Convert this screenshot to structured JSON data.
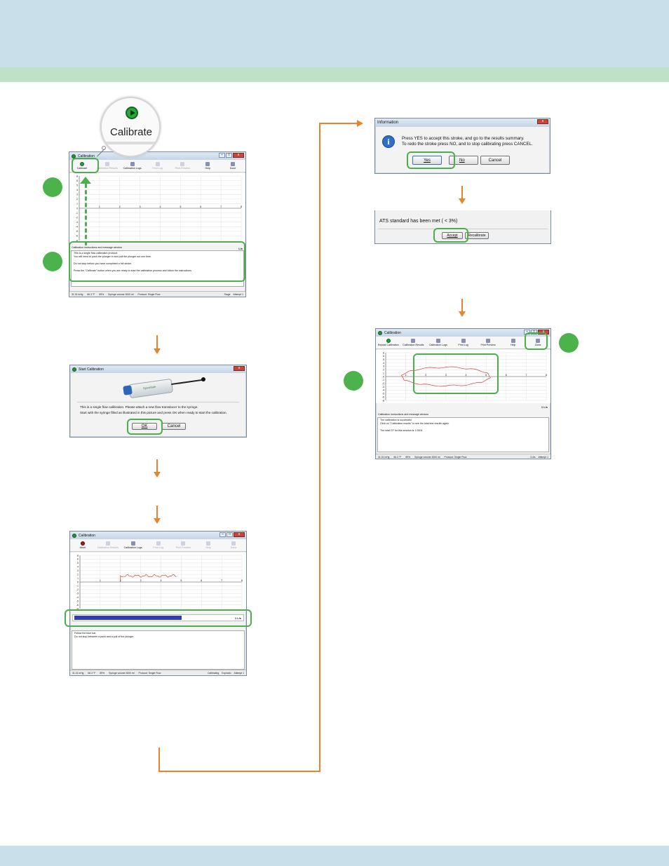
{
  "magnifier": {
    "label": "Calibrate",
    "icon": "play-icon"
  },
  "win1": {
    "title": "Calibration",
    "toolbar": [
      {
        "label": "Calibrate",
        "icon": "play-icon",
        "enabled": true
      },
      {
        "label": "Calibration Results",
        "icon": "results-icon",
        "enabled": false
      },
      {
        "label": "Calibration Logs",
        "icon": "logs-icon",
        "enabled": true
      },
      {
        "label": "Print Log",
        "icon": "printer-icon",
        "enabled": false
      },
      {
        "label": "Print Preview",
        "icon": "preview-icon",
        "enabled": false
      },
      {
        "label": "Help",
        "icon": "help-icon",
        "enabled": true
      },
      {
        "label": "Done",
        "icon": "done-icon",
        "enabled": true
      }
    ],
    "y_ticks": [
      "8",
      "6",
      "5",
      "4",
      "3",
      "2",
      "1",
      "0",
      "-1",
      "-2",
      "-3",
      "-4",
      "-5",
      "-6",
      "-8"
    ],
    "x_ticks": [
      "1",
      "2",
      "3",
      "4",
      "5",
      "6",
      "7",
      "8"
    ],
    "unit": "L/s",
    "msg_label": "Calibration instructions and message window",
    "messages": [
      "This is a single flow calibration protocol.",
      "You will need to push the plunger in and pull the plunger out one time.",
      "",
      "Do not stop before you have completed a full stroke.",
      "",
      "Press the \"Calibrate\" button when you are ready to start the calibration process and follow the instructions."
    ],
    "status_left": [
      "31.01 inHg",
      "66.3 °F",
      "89%",
      "Syringe volume 3000 ml",
      "Protocol: Single Flow"
    ],
    "status_right": [
      "Stage",
      "Attempt 1"
    ]
  },
  "win2": {
    "title": "Start Calibration",
    "syringe_brand": "SpiroMate",
    "line1": "This is a single flow calibration. Please attach a new flow transducer to the syringe.",
    "line2": "Start with the syringe filled as illustrated in this picture and press OK when ready to start the calibration.",
    "ok": "OK",
    "cancel": "Cancel"
  },
  "win3": {
    "title": "Calibration",
    "toolbar": [
      {
        "label": "Abort",
        "icon": "stop-icon",
        "enabled": true
      },
      {
        "label": "Calibration Results",
        "icon": "results-icon",
        "enabled": false
      },
      {
        "label": "Calibration Logs",
        "icon": "logs-icon",
        "enabled": true
      },
      {
        "label": "Print Log",
        "icon": "printer-icon",
        "enabled": false
      },
      {
        "label": "Print Preview",
        "icon": "preview-icon",
        "enabled": false
      },
      {
        "label": "Help",
        "icon": "help-icon",
        "enabled": false
      },
      {
        "label": "Done",
        "icon": "done-icon",
        "enabled": false
      }
    ],
    "unit": "1 L/s",
    "progress": 0.63,
    "messages": [
      "Follow the blue bar.",
      "Do not stop between a push and a pull of the plunger."
    ],
    "status_left": [
      "31.01 inHg",
      "66.3 °F",
      "89%",
      "Syringe volume 3000 ml",
      "Protocol: Single Flow"
    ],
    "status_right": [
      "Calibrating",
      "Expiratio",
      "Attempt 1"
    ]
  },
  "win4": {
    "title": "Information",
    "line1": "Press YES to accept this stroke, and go to the results summary.",
    "line2": "To redo the stroke press NO, and to stop calibrating press CANCEL.",
    "yes": "Yes",
    "no": "No",
    "cancel": "Cancel"
  },
  "win5": {
    "text": "ATS standard has been met ( < 3%)",
    "accept": "Accept",
    "recalibrate": "Recalibrate"
  },
  "win6": {
    "title": "Calibration",
    "toolbar": [
      {
        "label": "Repeat Calibration",
        "icon": "play-icon",
        "enabled": true
      },
      {
        "label": "Calibration Results",
        "icon": "results-icon",
        "enabled": true
      },
      {
        "label": "Calibration Logs",
        "icon": "logs-icon",
        "enabled": true
      },
      {
        "label": "Print Log",
        "icon": "printer-icon",
        "enabled": true
      },
      {
        "label": "Print Preview",
        "icon": "preview-icon",
        "enabled": true
      },
      {
        "label": "Help",
        "icon": "help-icon",
        "enabled": true
      },
      {
        "label": "Done",
        "icon": "done-icon",
        "enabled": true
      }
    ],
    "unit": "1 L/s",
    "msg_label": "Calibration instructions and message window",
    "messages": [
      "The calibration is successful",
      "Click on \"Calibration results\" to see the total test results again.",
      "",
      "The total CF for this session is 1.0004"
    ],
    "status_left": [
      "31.01 inHg",
      "66.3 °F",
      "89%",
      "Syringe volume 3000 ml",
      "Protocol: Single Flow"
    ],
    "status_right": [
      "3.4/s",
      "Attempt 1"
    ]
  },
  "colors": {
    "accent_green": "#4cae4c",
    "flow_orange": "#e9832c",
    "progress_blue": "#2f3fae",
    "curve_red": "#d22020"
  }
}
